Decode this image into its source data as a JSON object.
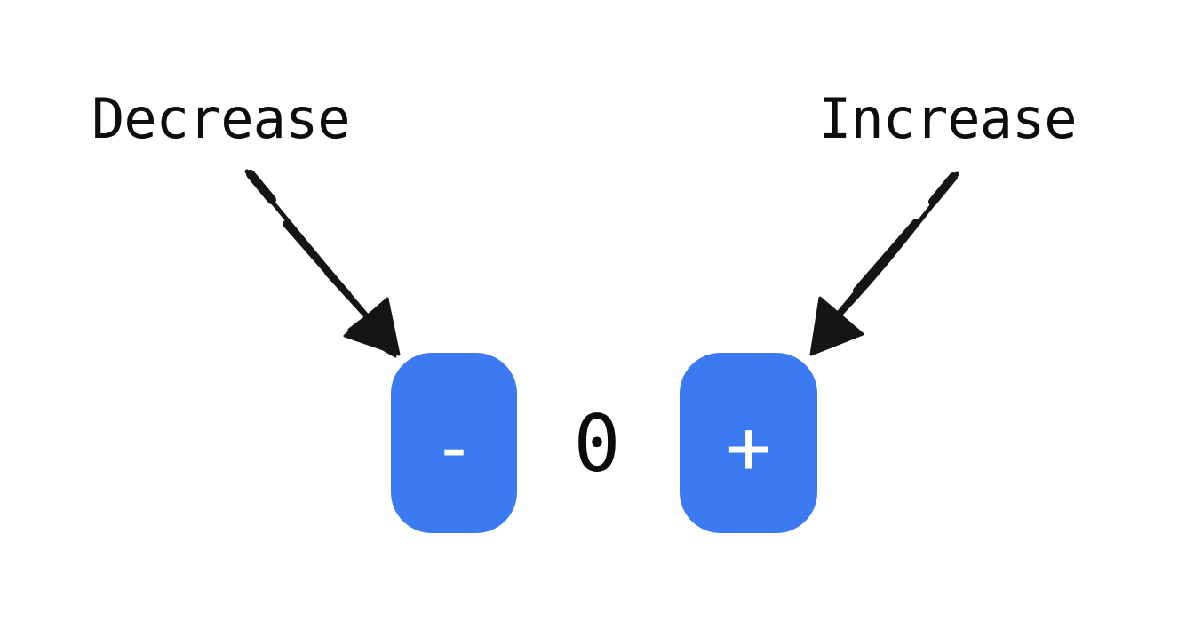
{
  "app": {
    "background_color": "#ffffff",
    "description_visible_elements": "counter demo with annotated increment and decrement buttons"
  },
  "annotations": {
    "decrease_label": "Decrease",
    "increase_label": "Increase"
  },
  "counter": {
    "value": "0",
    "decrement_button_label": "-",
    "increment_button_label": "+"
  },
  "icons": {
    "decrease_arrow": "hand-drawn-arrow-pointing-down-right-to-minus-button",
    "increase_arrow": "hand-drawn-arrow-pointing-down-left-to-plus-button"
  },
  "colors": {
    "button_background": "#3b7af0",
    "button_glyph": "#ffffff",
    "label_text": "#0d0d0d",
    "counter_text": "#0b0b0b",
    "arrow_ink": "#151515"
  }
}
